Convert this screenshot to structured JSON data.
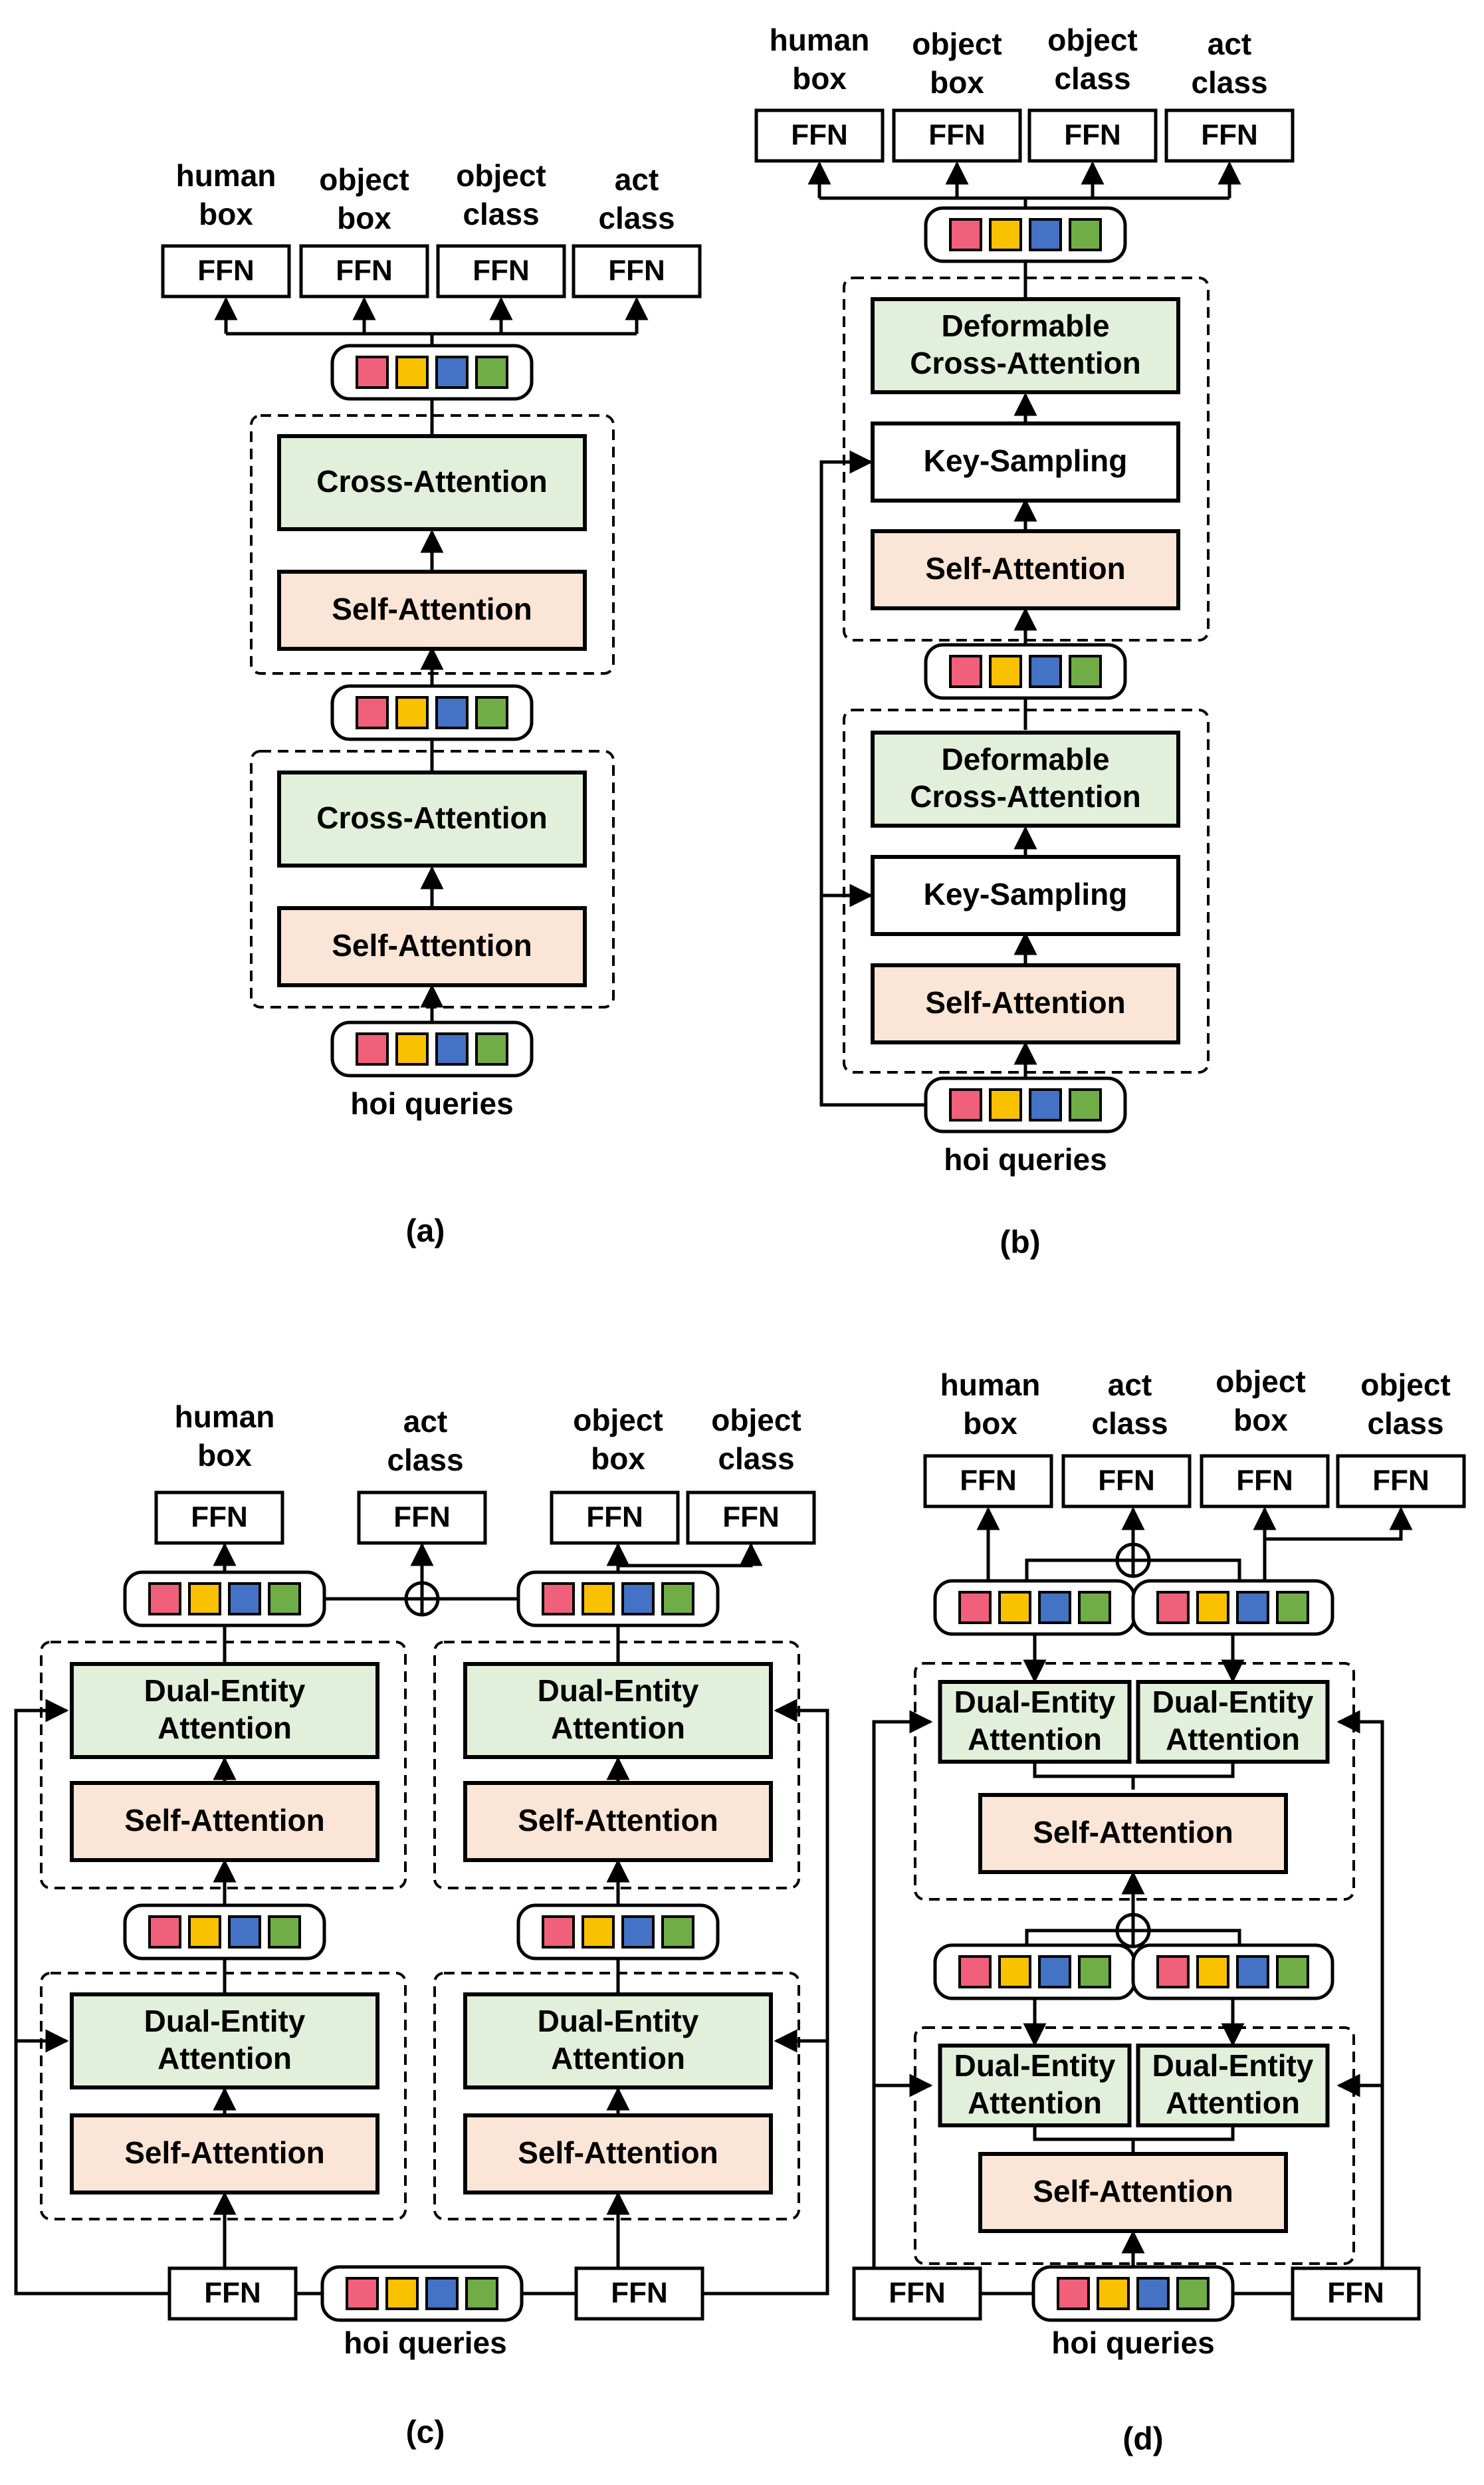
{
  "labels": {
    "ffn": "FFN",
    "cross_attention": "Cross-Attention",
    "self_attention": "Self-Attention",
    "deformable_cross_attention": [
      "Deformable",
      "Cross-Attention"
    ],
    "key_sampling": "Key-Sampling",
    "dual_entity_attention": [
      "Dual-Entity",
      "Attention"
    ],
    "hoi_queries": "hoi queries",
    "human_box": [
      "human",
      "box"
    ],
    "object_box": [
      "object",
      "box"
    ],
    "object_class": [
      "object",
      "class"
    ],
    "act_class": [
      "act",
      "class"
    ]
  },
  "captions": {
    "a": "(a)",
    "b": "(b)",
    "c": "(c)",
    "d": "(d)"
  },
  "colors": {
    "token_red": "#f0607a",
    "token_yellow": "#f9c100",
    "token_blue": "#4472c4",
    "token_green": "#70ad47",
    "attention_green": "#e2efda",
    "self_attention_peach": "#fbe5d6",
    "stroke": "#000000"
  }
}
